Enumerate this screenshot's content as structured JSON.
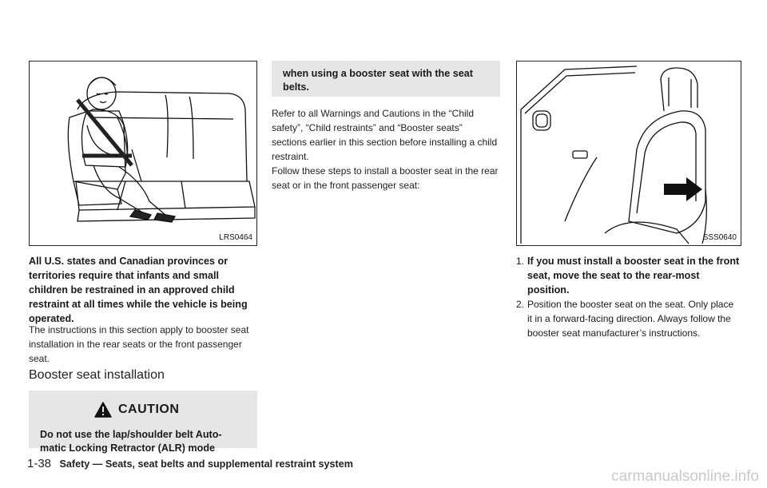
{
  "figure_left": {
    "caption": "LRS0464"
  },
  "figure_right": {
    "caption": "SSS0640"
  },
  "col1": {
    "lead_bold": "All U.S. states and Canadian provinces or territories require that infants and small children be restrained in an approved child restraint at all times while the vehicle is being operated.",
    "instructions": "The instructions in this section apply to booster seat installation in the rear seats or the front passenger seat.",
    "section_heading": "Booster seat installation",
    "caution_title": "CAUTION",
    "caution_text_part1": "Do not use the lap/shoulder belt Auto-matic Locking Retractor (ALR) mode"
  },
  "col2": {
    "caution_text_part2": "when using a booster seat with the seat belts.",
    "refer": "Refer to all Warnings and Cautions in the “Child safety”, “Child restraints” and “Booster seats” sections earlier in this section before installing a child restraint.",
    "follow": "Follow these steps to install a booster seat in the rear seat or in the front passenger seat:"
  },
  "col3": {
    "steps": [
      {
        "num": "1.",
        "text": "If you must install a booster seat in the front seat, move the seat to the rear-most position.",
        "bold": true
      },
      {
        "num": "2.",
        "text": "Position the booster seat on the seat. Only place it in a forward-facing direction. Always follow the booster seat manufacturer’s instructions.",
        "bold": false
      }
    ]
  },
  "footer": {
    "page_number": "1-38",
    "title": "Safety — Seats, seat belts and supplemental restraint system"
  },
  "watermark": "carmanualsonline.info"
}
